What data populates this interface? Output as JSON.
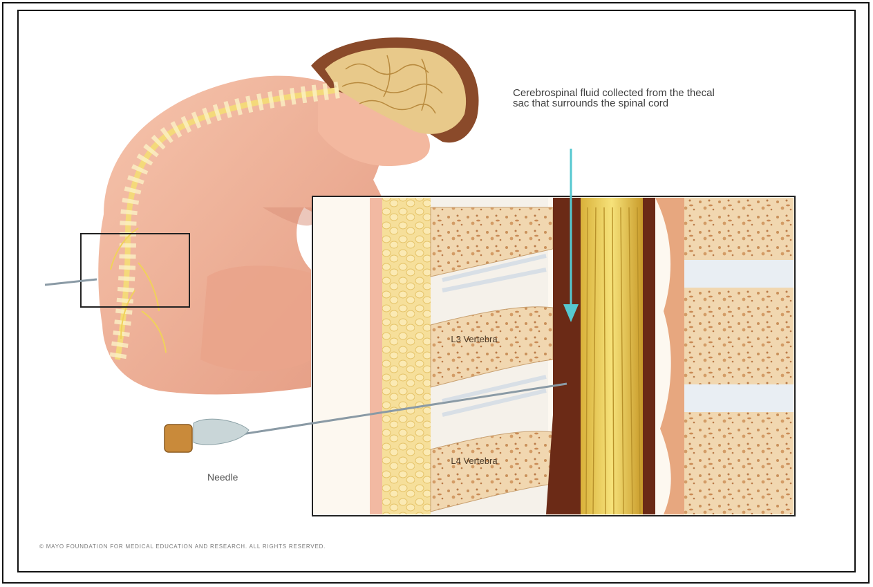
{
  "labels": {
    "csf": "Cerebrospinal fluid collected from the thecal sac that surrounds the spinal cord",
    "needle": "Needle",
    "l3": "L3 Vertebra",
    "l4": "L4 Vertebra",
    "copyright": "© MAYO FOUNDATION FOR MEDICAL EDUCATION AND RESEARCH. ALL RIGHTS RESERVED."
  },
  "colors": {
    "skin": "#f0b49a",
    "skin_shadow": "#d98f78",
    "hair": "#8a4a2a",
    "brain": "#e8c98a",
    "nerve": "#f0d25a",
    "bone": "#f1d7b0",
    "bone_spots": "#c9905a",
    "disc": "#e9eef3",
    "thecal_sac": "#6b2a16",
    "arrow": "#56c8d0",
    "frame": "#111111"
  },
  "icons": [
    "needle-icon",
    "arrow-down-icon"
  ]
}
